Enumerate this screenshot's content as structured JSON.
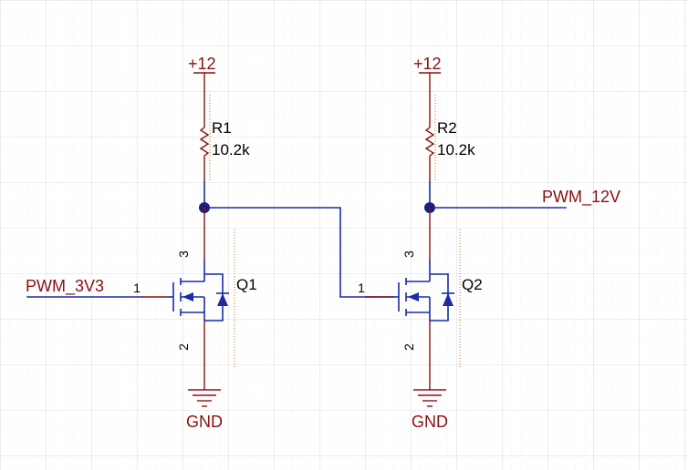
{
  "power_nets": {
    "r1_supply": "+12",
    "r2_supply": "+12",
    "q1_ground": "GND",
    "q2_ground": "GND"
  },
  "resistors": {
    "r1": {
      "designator": "R1",
      "value": "10.2k"
    },
    "r2": {
      "designator": "R2",
      "value": "10.2k"
    }
  },
  "transistors": {
    "q1": {
      "designator": "Q1",
      "gate_pin": "1",
      "drain_pin": "3",
      "source_pin": "2"
    },
    "q2": {
      "designator": "Q2",
      "gate_pin": "1",
      "drain_pin": "3",
      "source_pin": "2"
    }
  },
  "net_labels": {
    "input": "PWM_3V3",
    "output": "PWM_12V"
  },
  "colors": {
    "wire": "#1a2ba8",
    "pin": "#8b1010",
    "junction": "#1a1f7a",
    "net_label": "#8b1010",
    "grid": "#dcdcdc"
  }
}
